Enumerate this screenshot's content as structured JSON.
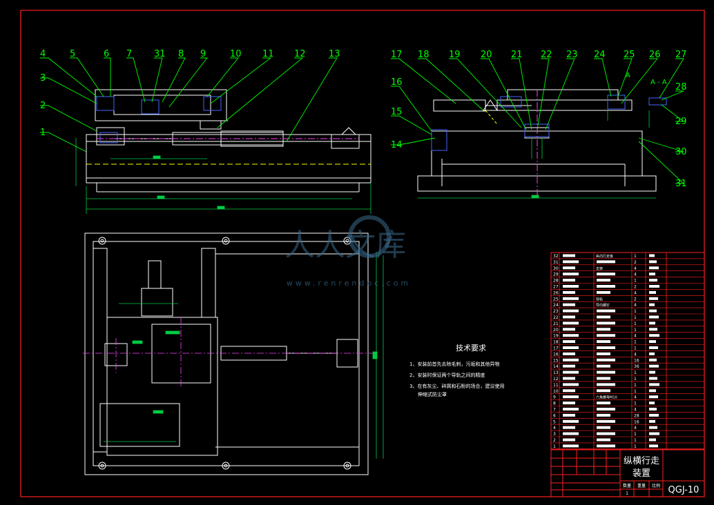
{
  "colors": {
    "background": "#000000",
    "frame": "#ff2020",
    "outline": "#ffffff",
    "leader": "#00ff00",
    "dimension": "#00cc44",
    "center_line": "#ff40ff",
    "hidden_line": "#ffff00",
    "hatch": "#4466ff",
    "table": "#ff2020"
  },
  "balloons_left": [
    "4",
    "5",
    "6",
    "7",
    "31",
    "8",
    "9",
    "10",
    "11",
    "12",
    "13"
  ],
  "balloons_left_side": [
    "3",
    "2",
    "1"
  ],
  "balloons_right_top": [
    "17",
    "18",
    "19",
    "20",
    "21",
    "22",
    "23",
    "24",
    "25",
    "26",
    "27"
  ],
  "balloons_right_left": [
    "16",
    "15",
    "14"
  ],
  "balloons_right_right": [
    "28",
    "29",
    "30",
    "31"
  ],
  "section_label": "A - A",
  "section_mark": "A",
  "watermark": {
    "text": "人人文库",
    "url": "www.renrendoc.com"
  },
  "notes": {
    "title": "技术要求",
    "items": [
      "1、安装前首先去除毛刺，污垢和其他异物",
      "2、安装时保证两个导轨之间的精度",
      "3、在有灰尘、碎屑和石粉的场合，建议使用",
      "伸缩式防尘罩"
    ]
  },
  "bom": {
    "row_numbers": [
      "32",
      "31",
      "30",
      "29",
      "28",
      "27",
      "26",
      "25",
      "24",
      "23",
      "22",
      "21",
      "20",
      "19",
      "18",
      "17",
      "16",
      "15",
      "14",
      "13",
      "12",
      "11",
      "10",
      "9",
      "8",
      "7",
      "6",
      "5",
      "4",
      "3",
      "2",
      "1"
    ],
    "names": {
      "32": "纵向行走板",
      "30": "支架",
      "25": "导轨",
      "24": "导向螺钉",
      "9": "六角螺母M10"
    },
    "quantities": {
      "32": "1",
      "31": "2",
      "30": "4",
      "29": "4",
      "28": "1",
      "27": "2",
      "26": "4",
      "25": "2",
      "24": "4",
      "23": "1",
      "22": "1",
      "21": "1",
      "20": "1",
      "19": "4",
      "18": "1",
      "17": "1",
      "16": "4",
      "15": "16",
      "14": "36",
      "13": "1",
      "12": "1",
      "11": "1",
      "10": "1",
      "9": "4",
      "8": "1",
      "7": "4",
      "6": "28",
      "5": "16",
      "4": "4",
      "3": "1",
      "2": "1",
      "1": "1"
    }
  },
  "title_block": {
    "title_line1": "纵横行走",
    "title_line2": "装置",
    "drawing_number": "QGJ-10",
    "col_qty": "数量",
    "col_weight": "重量",
    "col_scale": "比例",
    "qty_value": "1"
  }
}
